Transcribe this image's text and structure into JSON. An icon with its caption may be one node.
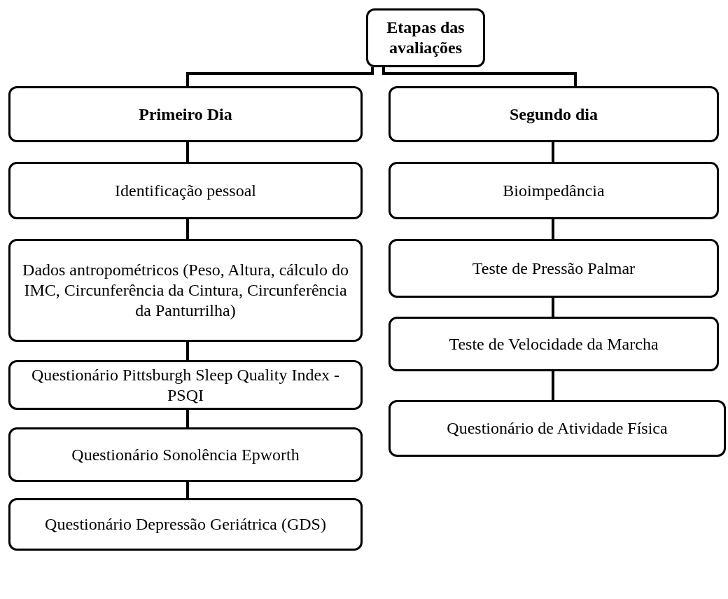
{
  "diagram": {
    "nodes": [
      {
        "text": [
          "Etapas das avaliações"
        ]
      },
      {
        "text": [
          "Primeiro Dia"
        ]
      },
      {
        "text": [
          "Segundo dia"
        ]
      },
      {
        "text": [
          "Identificação pessoal"
        ]
      },
      {
        "text": [
          "Dados antropométricos (Peso, Altura, cálculo do IMC, Circunferência da Cintura, Circunferência da Panturrilha)"
        ]
      },
      {
        "text": [
          "Questionário Pittsburgh Sleep Quality Index - PSQI"
        ]
      },
      {
        "text": [
          "Questionário Sonolência Epworth"
        ]
      },
      {
        "text": [
          "Questionário Depressão Geriátrica (GDS)"
        ]
      },
      {
        "text": [
          "Bioimpedância"
        ]
      },
      {
        "text": [
          "Teste de Pressão Palmar"
        ]
      },
      {
        "text": [
          "Teste de Velocidade da Marcha"
        ]
      },
      {
        "text": [
          "Questionário de Atividade Física"
        ]
      }
    ],
    "edges": [
      {
        "from": 0,
        "to": 1,
        "arrow": "none"
      },
      {
        "from": 0,
        "to": 2,
        "arrow": "none"
      },
      {
        "from": 1,
        "to": 3,
        "arrow": "none"
      },
      {
        "from": 3,
        "to": 4,
        "arrow": "none"
      },
      {
        "from": 4,
        "to": 5,
        "arrow": "none"
      },
      {
        "from": 5,
        "to": 6,
        "arrow": "none"
      },
      {
        "from": 6,
        "to": 7,
        "arrow": "none"
      },
      {
        "from": 2,
        "to": 8,
        "arrow": "none"
      },
      {
        "from": 8,
        "to": 9,
        "arrow": "none"
      },
      {
        "from": 9,
        "to": 10,
        "arrow": "none"
      },
      {
        "from": 10,
        "to": 11,
        "arrow": "none"
      }
    ]
  }
}
